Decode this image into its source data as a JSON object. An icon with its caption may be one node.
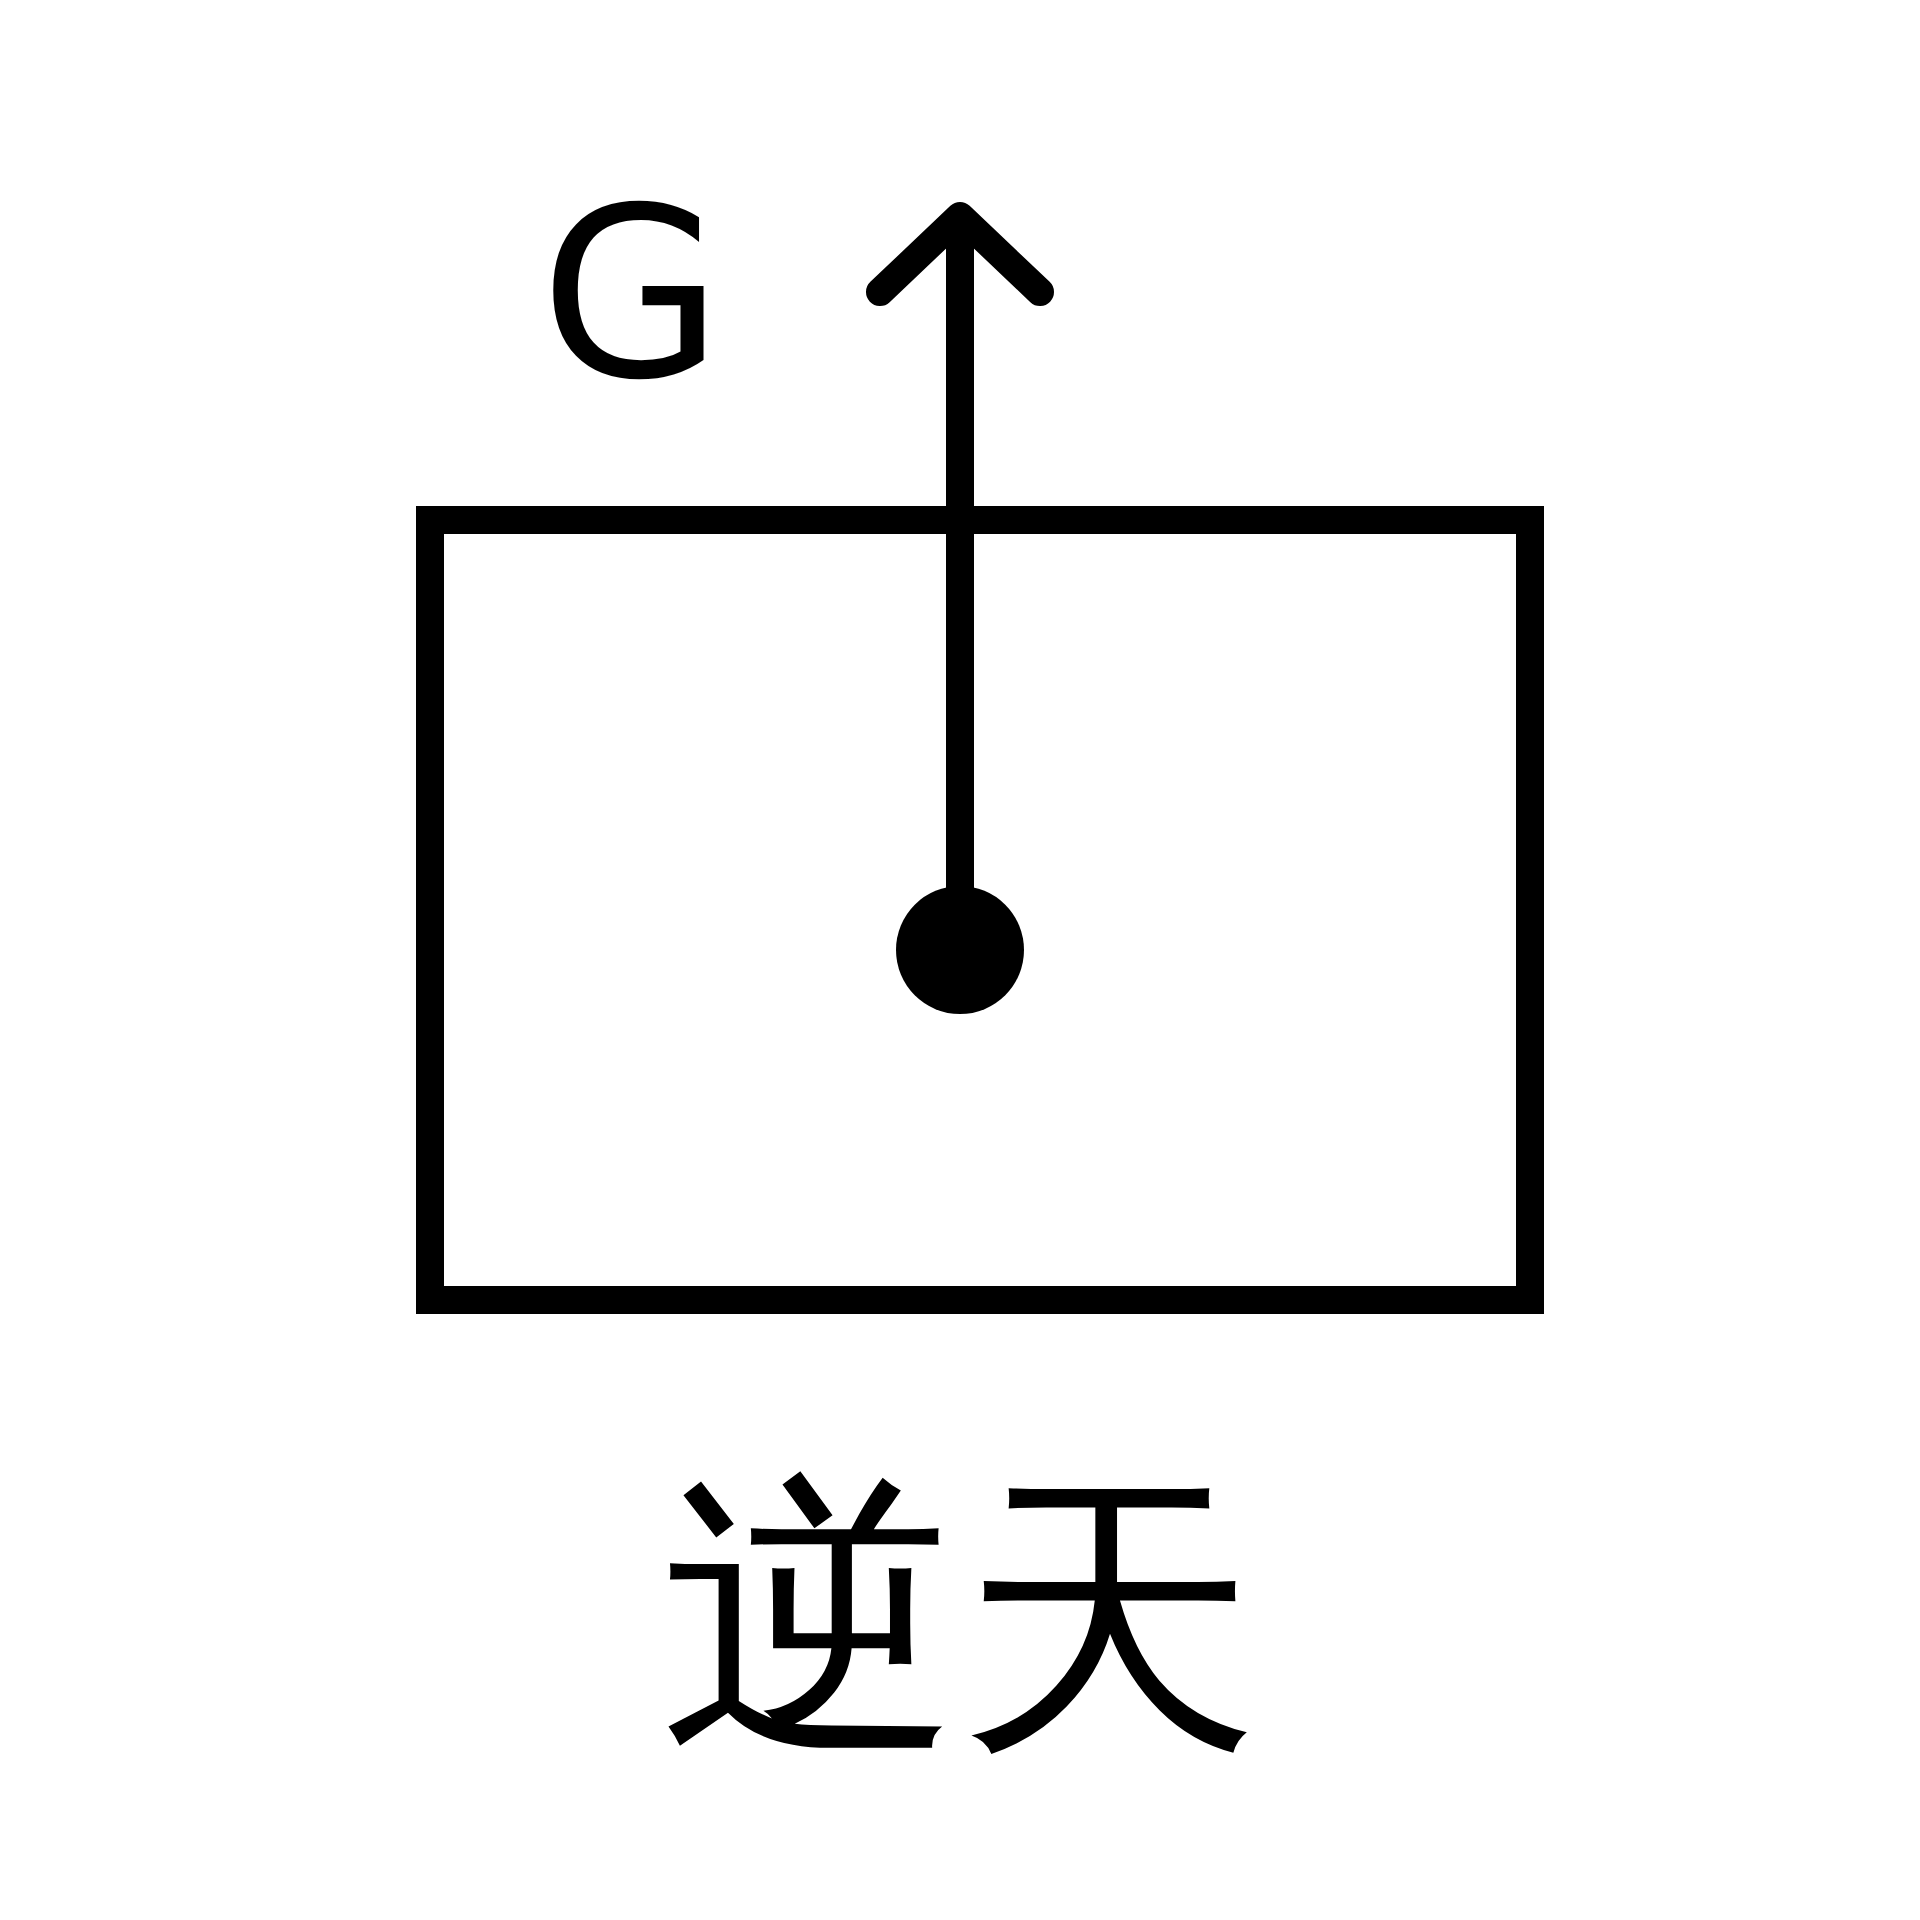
{
  "diagram": {
    "nodes": [
      {
        "text": [],
        "shape": "box",
        "beside": [
          "逆天"
        ]
      }
    ],
    "labels": [
      "G"
    ]
  }
}
